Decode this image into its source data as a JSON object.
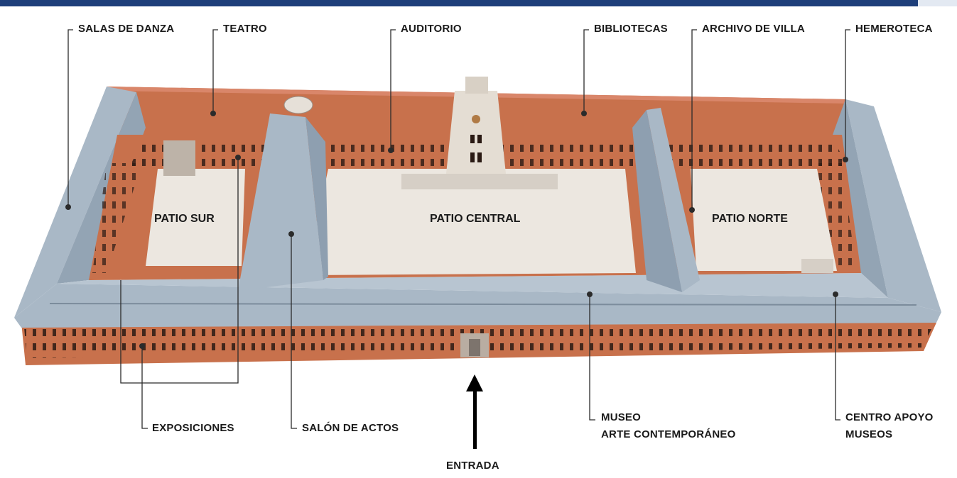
{
  "colors": {
    "top_bar": "#1e3f7a",
    "top_bar_end": "#e3e9f2",
    "roof": "#a9b8c6",
    "roof_dark": "#8a9aab",
    "brick": "#c8714c",
    "patio": "#ece7e0",
    "leader": "#2b2b2b"
  },
  "labels": {
    "salas_danza": "SALAS DE DANZA",
    "teatro": "TEATRO",
    "auditorio": "AUDITORIO",
    "bibliotecas": "BIBLIOTECAS",
    "archivo_villa": "ARCHIVO DE VILLA",
    "hemeroteca": "HEMEROTECA",
    "patio_sur": "PATIO SUR",
    "patio_central": "PATIO CENTRAL",
    "patio_norte": "PATIO NORTE",
    "exposiciones": "EXPOSICIONES",
    "salon_actos": "SALÓN DE ACTOS",
    "museo_line1": "MUSEO",
    "museo_line2": "ARTE CONTEMPORÁNEO",
    "centro_line1": "CENTRO APOYO",
    "centro_line2": "MUSEOS",
    "entrada": "ENTRADA"
  }
}
